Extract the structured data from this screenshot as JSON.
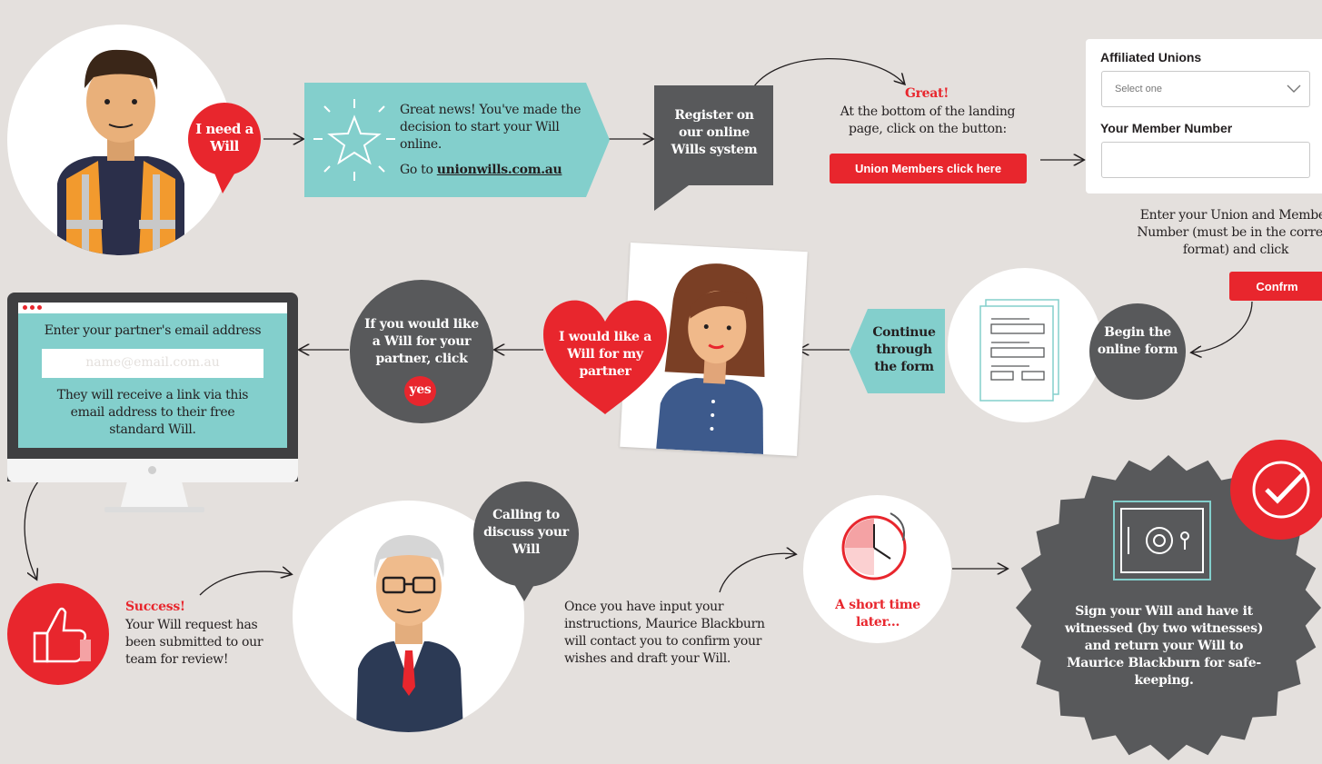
{
  "step1": {
    "speech": "I need a Will"
  },
  "step2": {
    "line1": "Great news! You've made the decision to start your Will online.",
    "goto_prefix": "Go to ",
    "goto_link": "unionwills.com.au"
  },
  "step3": {
    "text": "Register on our online Wills system"
  },
  "step4": {
    "great": "Great!",
    "text": "At the bottom of the landing page, click on the button:",
    "button": "Union Members click here"
  },
  "form": {
    "unions_label": "Affiliated Unions",
    "select_value": "Select one",
    "member_label": "Your Member Number",
    "member_value": ""
  },
  "step5": {
    "text": "Enter your Union and Member Number (must be in the correct format) and click",
    "button": "Confrm"
  },
  "step6": {
    "begin": "Begin the online form",
    "continue": "Continue through the form"
  },
  "step7": {
    "heart": "I would like a Will for my partner"
  },
  "step8": {
    "text": "If you would like a Will for your partner, click",
    "yes": "yes"
  },
  "monitor": {
    "heading": "Enter your partner's email address",
    "placeholder": "name@email.com.au",
    "text": "They will receive a link via this email address to their free standard Will."
  },
  "success": {
    "title": "Success!",
    "text": "Your Will request has been submitted to our team for review!"
  },
  "calling": {
    "bubble": "Calling to discuss your Will",
    "text": "Once you have input your instructions, Maurice Blackburn will contact you to confirm your wishes and draft your Will."
  },
  "later": {
    "text": "A short time later..."
  },
  "sign": {
    "text": "Sign your Will and have it witnessed (by two witnesses) and return your Will to Maurice Blackburn for safe-keeping."
  },
  "colors": {
    "red": "#e8262d",
    "teal": "#83cfcc",
    "dark_grey": "#58595b",
    "background": "#e4e0dd"
  }
}
